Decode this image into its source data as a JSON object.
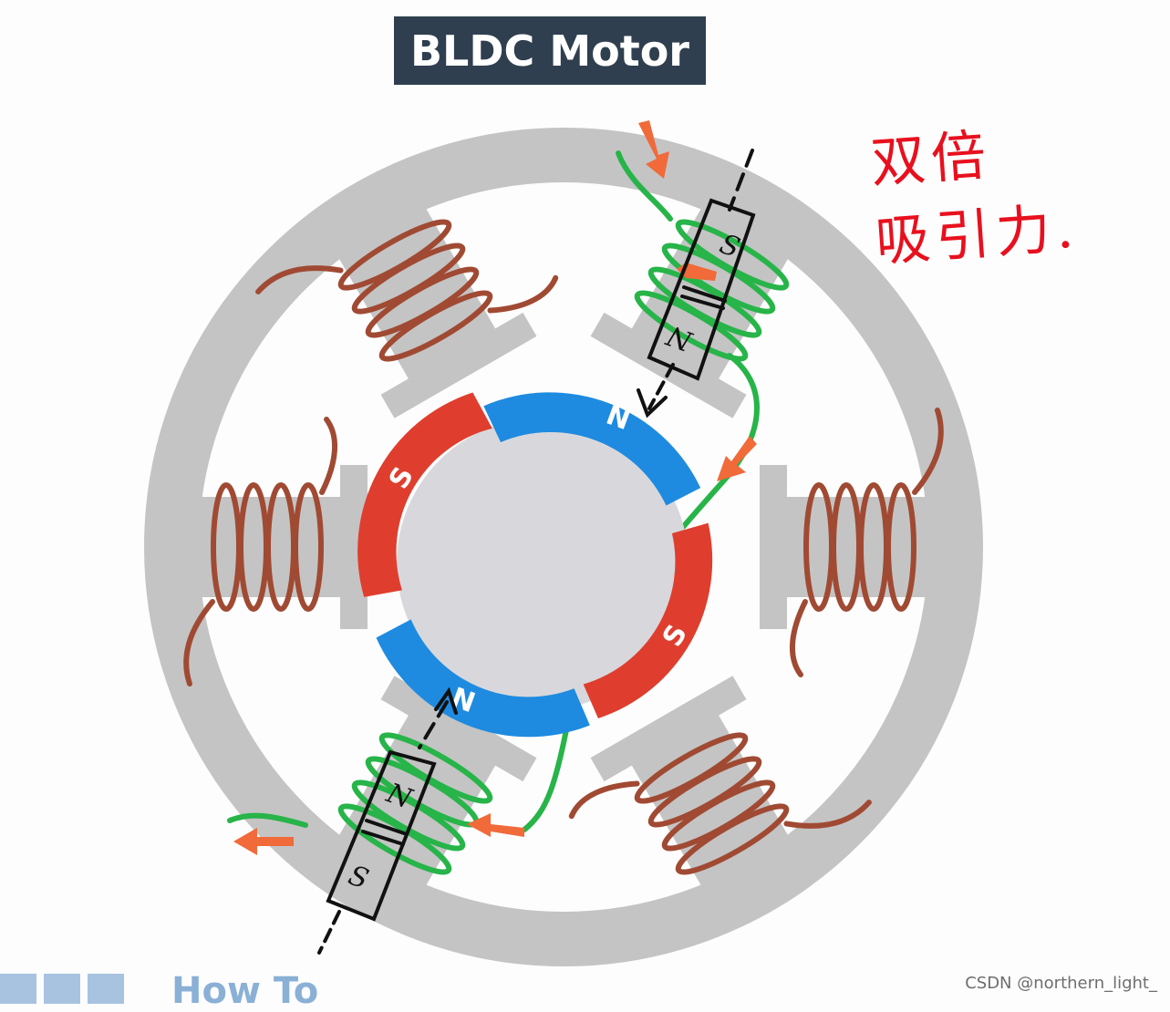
{
  "title": "BLDC Motor",
  "annotation": {
    "line1": "双倍",
    "line2": "吸引力."
  },
  "rotor_labels": {
    "north_top": "N",
    "south_left": "S",
    "south_right": "S",
    "north_bottom": "N"
  },
  "magnet_top_labels": {
    "top": "S",
    "bottom": "N"
  },
  "magnet_bottom_labels": {
    "top": "N",
    "bottom": "S"
  },
  "logo_text": "How To",
  "watermark": "CSDN @northern_light_",
  "colors": {
    "stator": "#c4c4c4",
    "hub": "#d8d8dc",
    "north": "#1e8be0",
    "south": "#df3e2e",
    "coil": "#a04a33",
    "active_wire": "#27b449",
    "current_arrow": "#f06a3a",
    "annotation": "#e8101e",
    "title_bg": "#2f3f4f"
  }
}
